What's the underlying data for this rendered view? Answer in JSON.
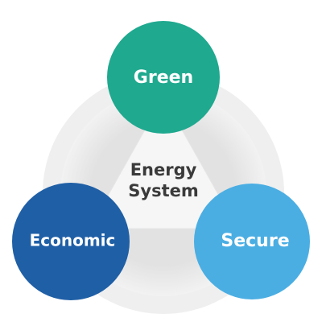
{
  "center": {
    "line1": "Energy",
    "line2": "System"
  },
  "nodes": [
    {
      "id": "green",
      "label": "Green",
      "color": "#1fa98f"
    },
    {
      "id": "economic",
      "label": "Economic",
      "color": "#1f5fa6"
    },
    {
      "id": "secure",
      "label": "Secure",
      "color": "#4aaee3"
    }
  ],
  "colors": {
    "ring_outer": "#eeeeee",
    "ring_inner": "#dedede",
    "triangle": "#f5f5f5",
    "connector": "#555555",
    "center_text": "#3a3a3a"
  }
}
